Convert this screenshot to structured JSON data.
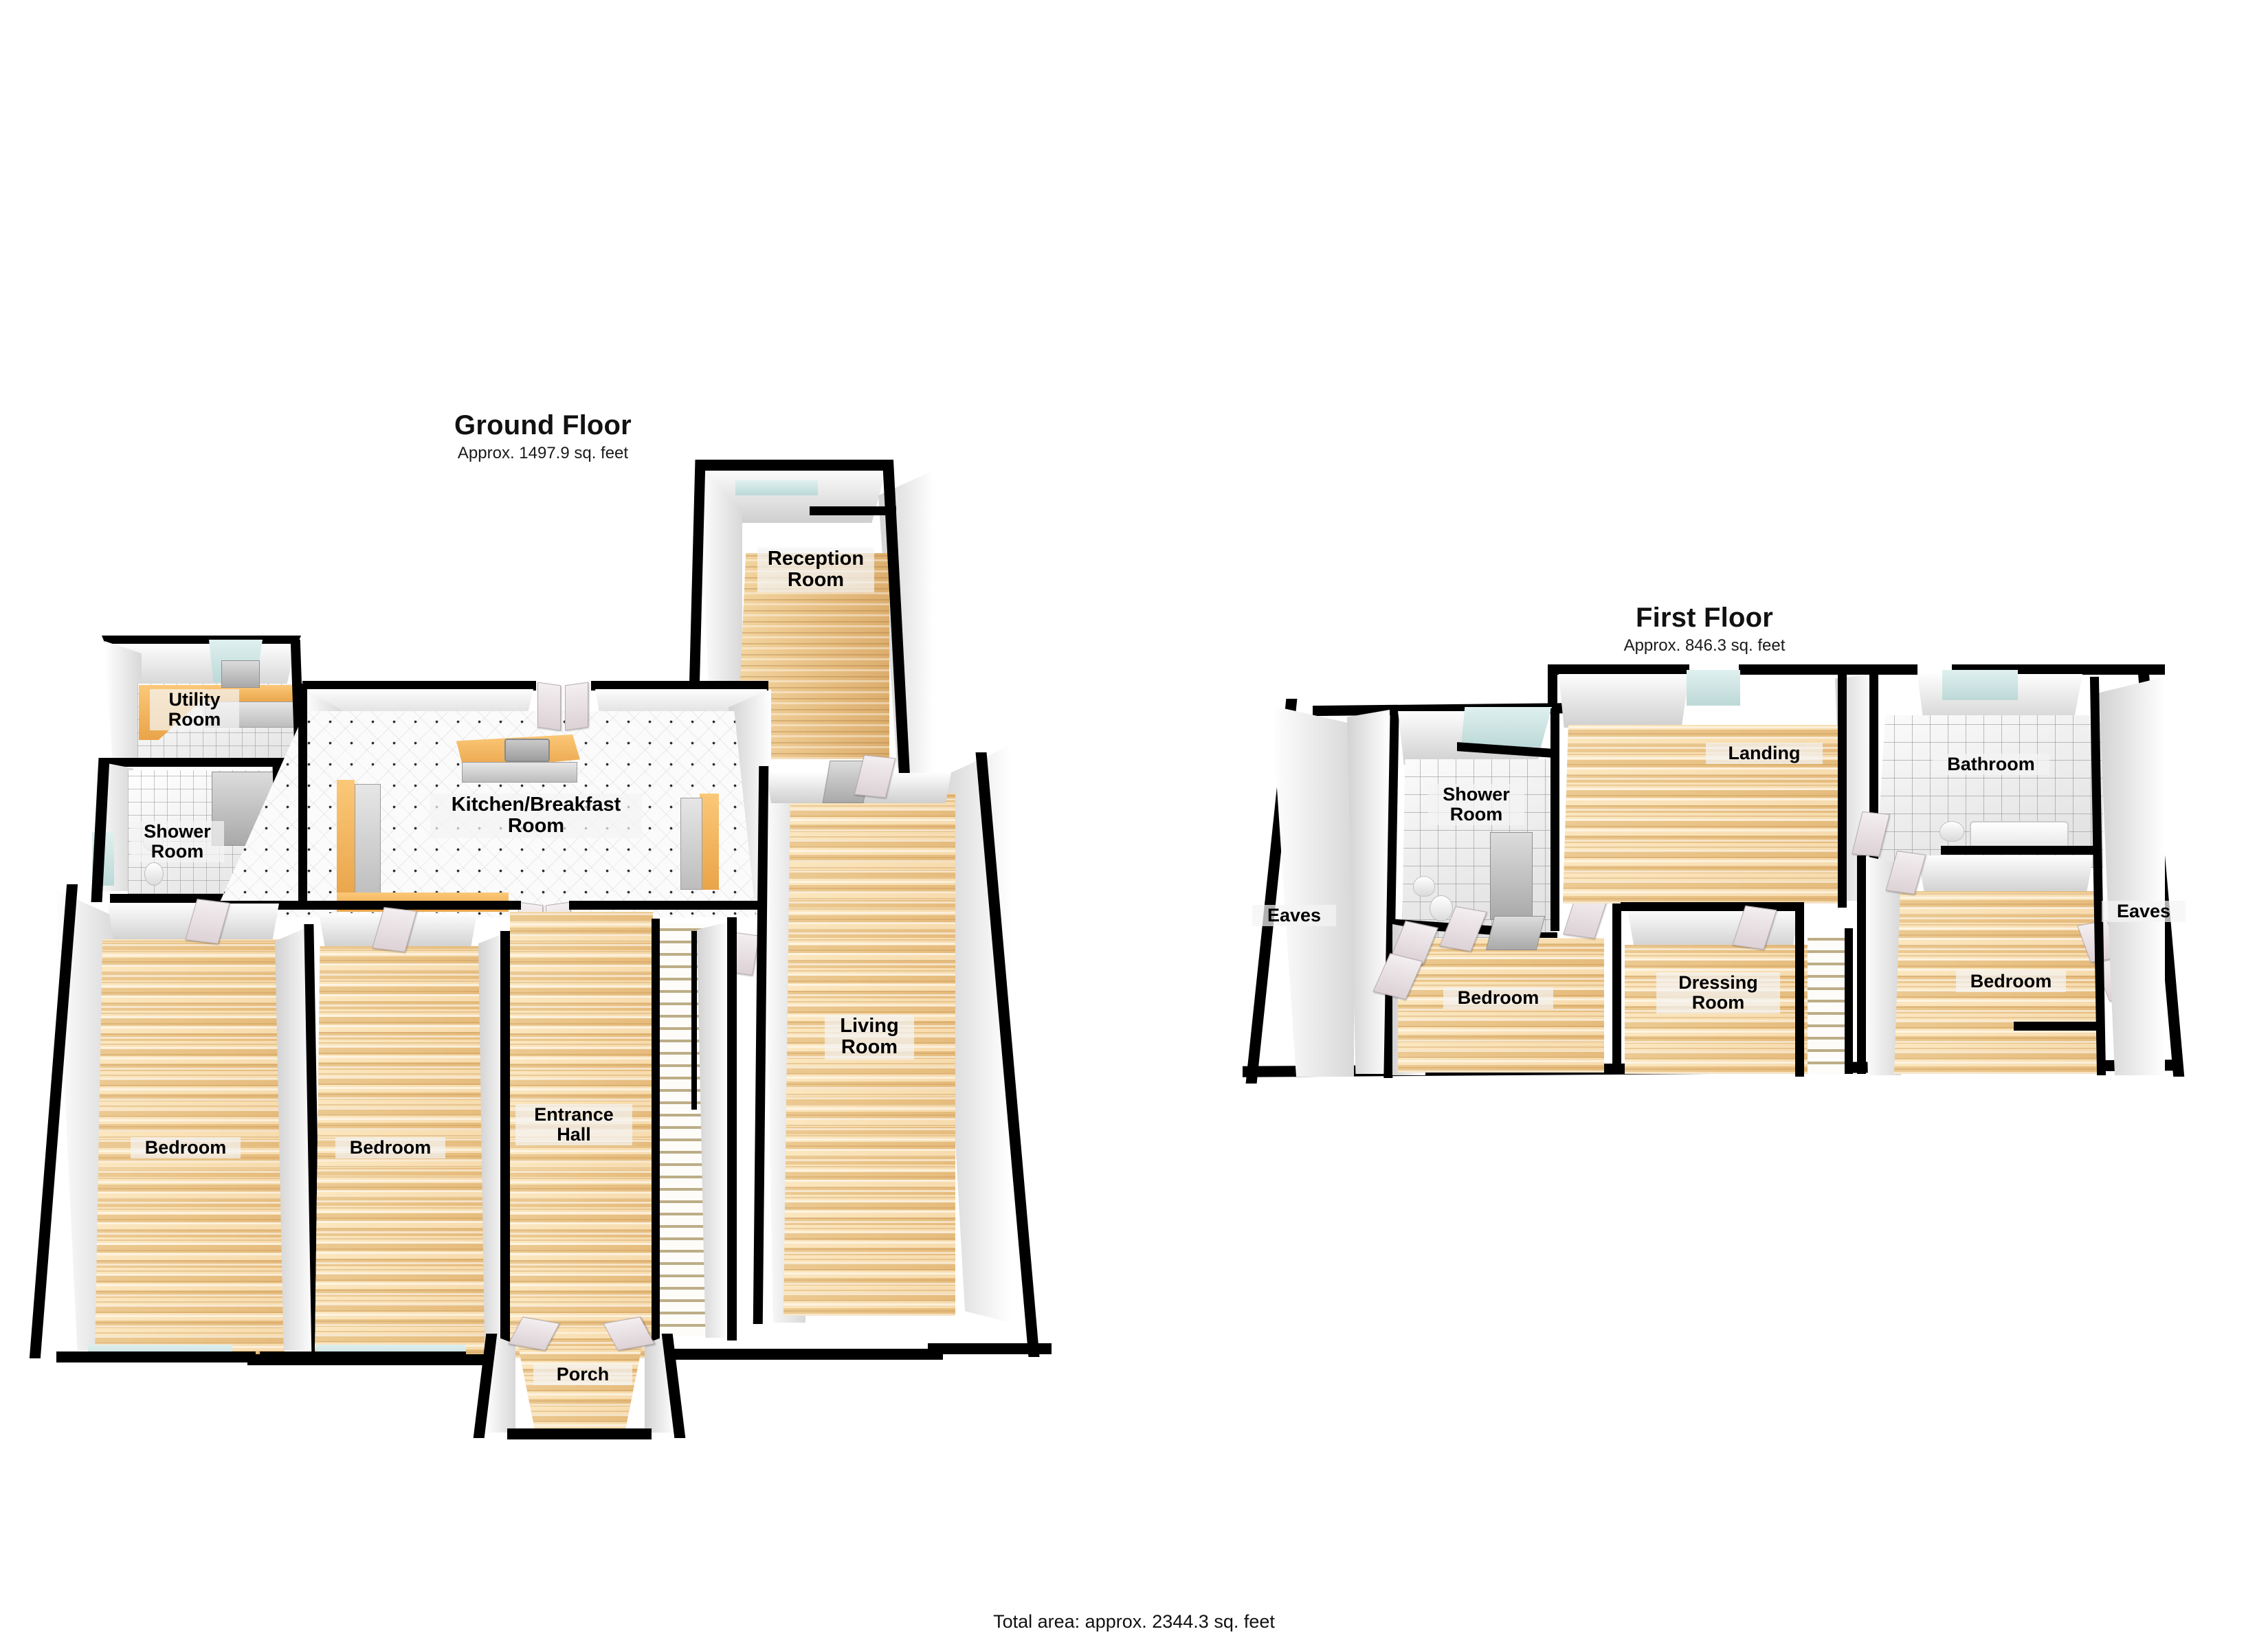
{
  "document": {
    "type": "floor-plan",
    "total_area_text": "Total area: approx. 2344.3 sq. feet"
  },
  "floors": [
    {
      "id": "ground",
      "title": "Ground Floor",
      "area_text": "Approx. 1497.9 sq. feet",
      "rooms": [
        {
          "name": "Utility Room",
          "label": "Utility\nRoom"
        },
        {
          "name": "Shower Room",
          "label": "Shower\nRoom"
        },
        {
          "name": "Kitchen/Breakfast Room",
          "label": "Kitchen/Breakfast\nRoom"
        },
        {
          "name": "Reception Room",
          "label": "Reception\nRoom"
        },
        {
          "name": "Living Room",
          "label": "Living\nRoom"
        },
        {
          "name": "Bedroom",
          "label": "Bedroom"
        },
        {
          "name": "Bedroom",
          "label": "Bedroom"
        },
        {
          "name": "Entrance Hall",
          "label": "Entrance\nHall"
        },
        {
          "name": "Porch",
          "label": "Porch"
        }
      ]
    },
    {
      "id": "first",
      "title": "First Floor",
      "area_text": "Approx. 846.3 sq. feet",
      "rooms": [
        {
          "name": "Eaves",
          "label": "Eaves"
        },
        {
          "name": "Shower Room",
          "label": "Shower\nRoom"
        },
        {
          "name": "Bedroom",
          "label": "Bedroom"
        },
        {
          "name": "Landing",
          "label": "Landing"
        },
        {
          "name": "Dressing Room",
          "label": "Dressing\nRoom"
        },
        {
          "name": "Bathroom",
          "label": "Bathroom"
        },
        {
          "name": "Bedroom",
          "label": "Bedroom"
        },
        {
          "name": "Eaves",
          "label": "Eaves"
        }
      ]
    }
  ],
  "labels": {
    "ground": {
      "utility_room": "Utility\nRoom",
      "shower_room": "Shower\nRoom",
      "kitchen_breakfast_room": "Kitchen/Breakfast\nRoom",
      "reception_room": "Reception\nRoom",
      "living_room": "Living\nRoom",
      "bedroom_left": "Bedroom",
      "bedroom_mid": "Bedroom",
      "entrance_hall": "Entrance\nHall",
      "porch": "Porch"
    },
    "first": {
      "eaves_left": "Eaves",
      "shower_room": "Shower\nRoom",
      "bedroom_left": "Bedroom",
      "landing": "Landing",
      "dressing_room": "Dressing\nRoom",
      "bathroom": "Bathroom",
      "bedroom_right": "Bedroom",
      "eaves_right": "Eaves"
    }
  },
  "colors": {
    "wall": "#000000",
    "wall_face": "#ffffff",
    "floor_wood": "#f2cf96",
    "floor_tile": "#f4f4f4",
    "counter": "#eda84e",
    "glazing": "#cfe6e4",
    "text": "#000000",
    "background": "#ffffff"
  }
}
